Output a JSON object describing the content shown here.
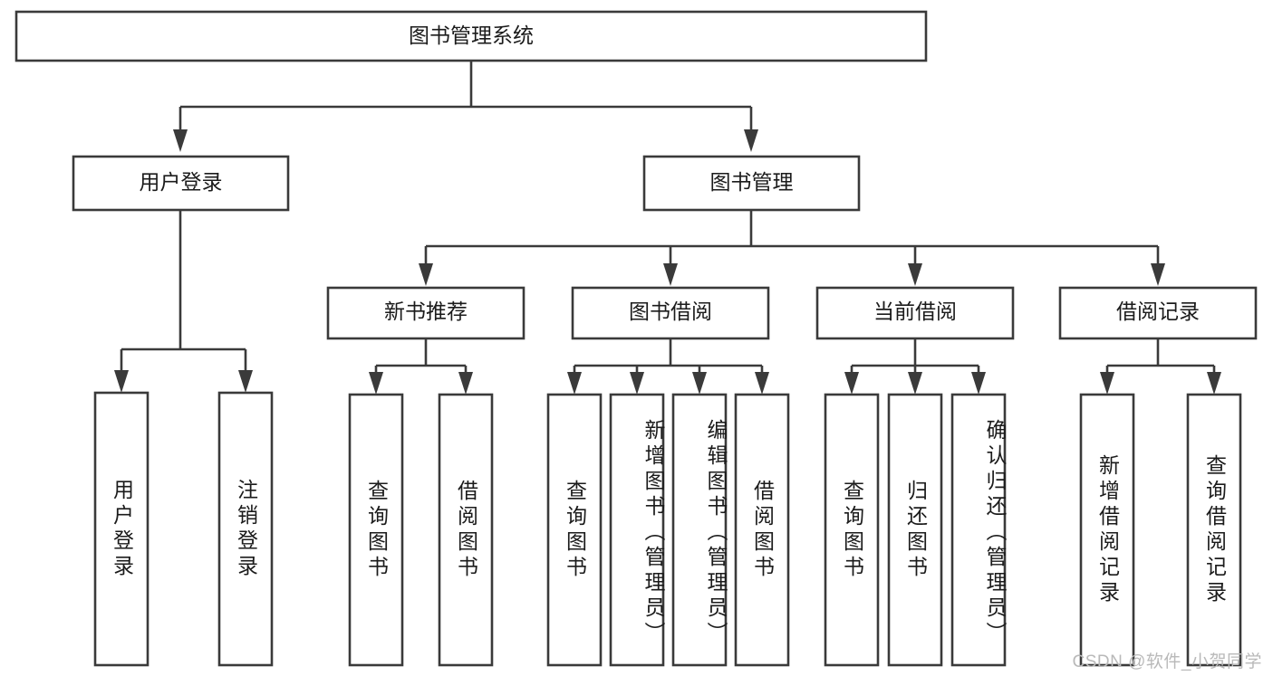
{
  "diagram": {
    "type": "tree",
    "title": "图书管理系统",
    "watermark": "CSDN @软件_小贺同学",
    "colors": {
      "stroke": "#3a3a3a",
      "box_fill": "#ffffff",
      "text": "#1b1b1b",
      "background": "#ffffff",
      "watermark": "#b9b9b9"
    },
    "levels": {
      "root": "图书管理系统",
      "level2": [
        "用户登录",
        "图书管理"
      ],
      "level3": [
        "新书推荐",
        "图书借阅",
        "当前借阅",
        "借阅记录"
      ]
    },
    "nodes": {
      "root": {
        "label": "图书管理系统"
      },
      "user_login": {
        "label": "用户登录"
      },
      "book_manage": {
        "label": "图书管理"
      },
      "new_book_rec": {
        "label": "新书推荐"
      },
      "book_borrow": {
        "label": "图书借阅"
      },
      "current_borrow": {
        "label": "当前借阅"
      },
      "borrow_record": {
        "label": "借阅记录"
      }
    },
    "leaves": {
      "user_login": [
        "用户登录",
        "注销登录"
      ],
      "new_book_rec": [
        "查询图书",
        "借阅图书"
      ],
      "book_borrow": [
        "查询图书",
        "新增图书（管理员）",
        "编辑图书（管理员）",
        "借阅图书"
      ],
      "current_borrow": [
        "查询图书",
        "归还图书",
        "确认归还（管理员）"
      ],
      "borrow_record": [
        "新增借阅记录",
        "查询借阅记录"
      ]
    },
    "edges": [
      {
        "from": "图书管理系统",
        "to": "用户登录"
      },
      {
        "from": "图书管理系统",
        "to": "图书管理"
      },
      {
        "from": "图书管理",
        "to": "新书推荐"
      },
      {
        "from": "图书管理",
        "to": "图书借阅"
      },
      {
        "from": "图书管理",
        "to": "当前借阅"
      },
      {
        "from": "图书管理",
        "to": "借阅记录"
      },
      {
        "from": "用户登录",
        "to": "用户登录"
      },
      {
        "from": "用户登录",
        "to": "注销登录"
      },
      {
        "from": "新书推荐",
        "to": "查询图书"
      },
      {
        "from": "新书推荐",
        "to": "借阅图书"
      },
      {
        "from": "图书借阅",
        "to": "查询图书"
      },
      {
        "from": "图书借阅",
        "to": "新增图书（管理员）"
      },
      {
        "from": "图书借阅",
        "to": "编辑图书（管理员）"
      },
      {
        "from": "图书借阅",
        "to": "借阅图书"
      },
      {
        "from": "当前借阅",
        "to": "查询图书"
      },
      {
        "from": "当前借阅",
        "to": "归还图书"
      },
      {
        "from": "当前借阅",
        "to": "确认归还（管理员）"
      },
      {
        "from": "借阅记录",
        "to": "新增借阅记录"
      },
      {
        "from": "借阅记录",
        "to": "查询借阅记录"
      }
    ]
  }
}
